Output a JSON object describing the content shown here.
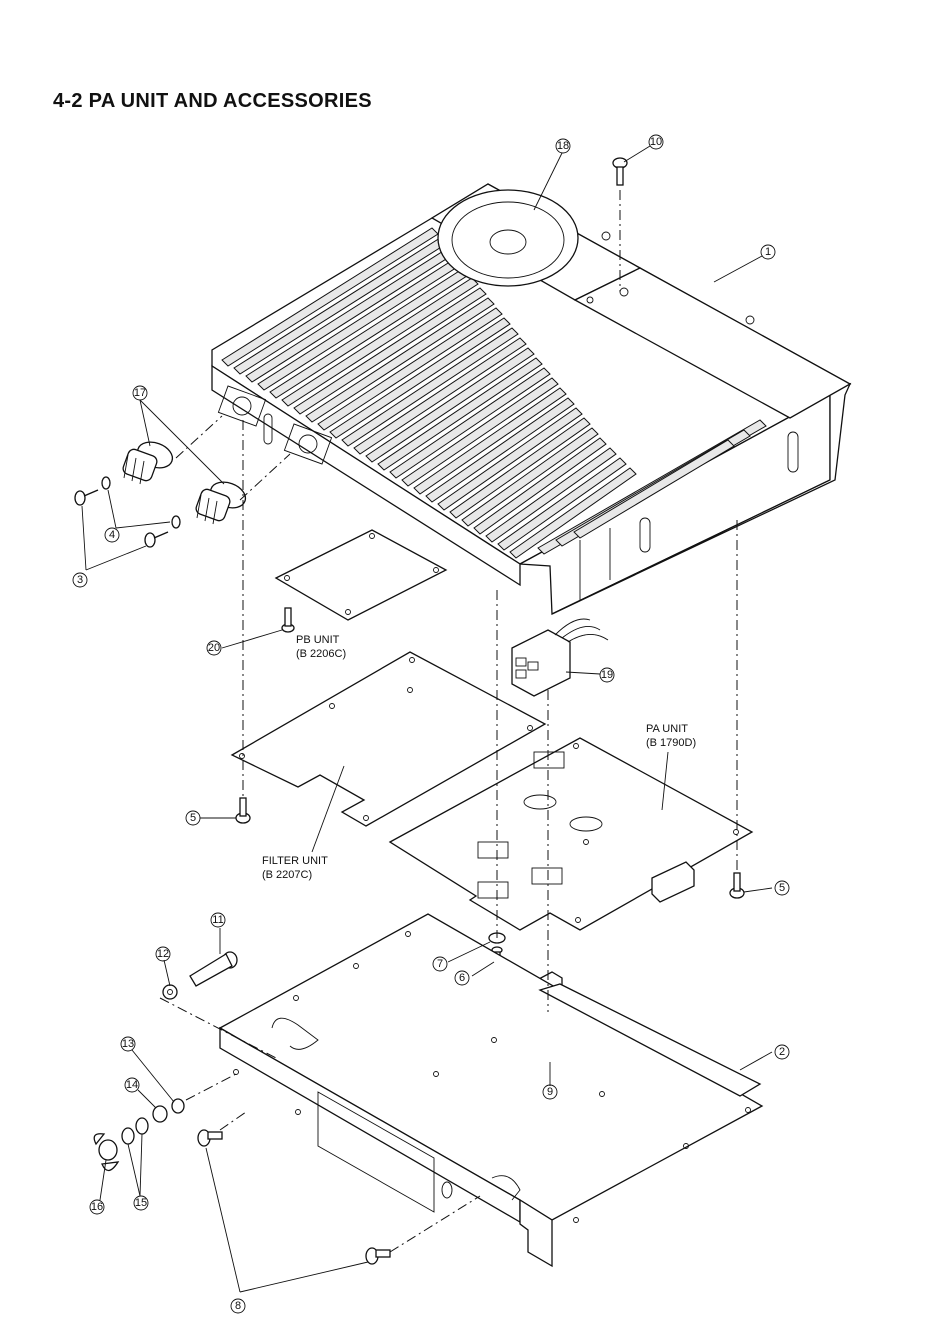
{
  "title": "4-2 PA UNIT AND ACCESSORIES",
  "boards": {
    "pb_unit": {
      "name": "PB UNIT",
      "code": "(B 2206C)"
    },
    "filter_unit": {
      "name": "FILTER UNIT",
      "code": "(B 2207C)"
    },
    "pa_unit": {
      "name": "PA UNIT",
      "code": "(B 1790D)"
    }
  },
  "callouts": {
    "c1": "1",
    "c2": "2",
    "c3": "3",
    "c4": "4",
    "c5a": "5",
    "c5b": "5",
    "c6": "6",
    "c7": "7",
    "c8": "8",
    "c9": "9",
    "c10": "10",
    "c11": "11",
    "c12": "12",
    "c13": "13",
    "c14": "14",
    "c15": "15",
    "c16": "16",
    "c17": "17",
    "c18": "18",
    "c19": "19",
    "c20": "20"
  }
}
